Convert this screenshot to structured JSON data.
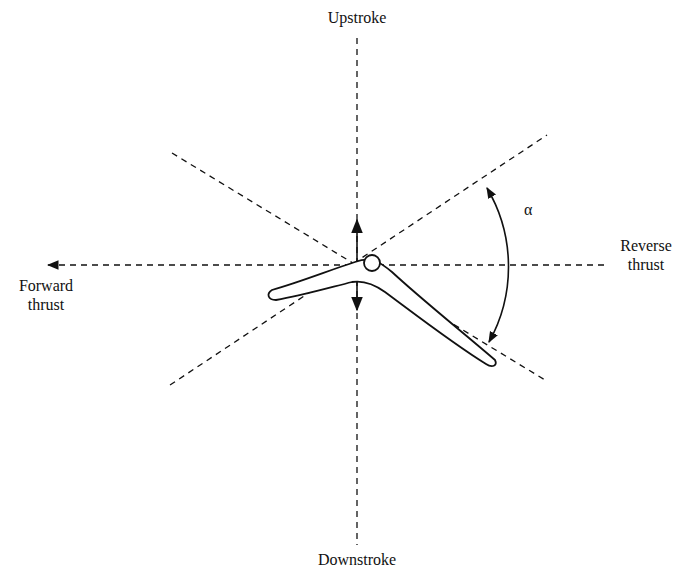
{
  "diagram": {
    "labels": [
      "Upstroke",
      "Forward thrust",
      "Reverse thrust",
      "Downstroke",
      "α"
    ]
  }
}
